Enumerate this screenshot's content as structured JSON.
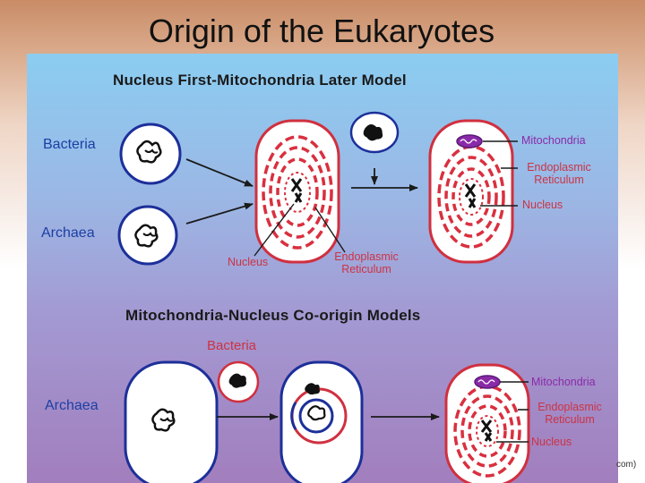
{
  "slide": {
    "title": "Origin of the Eukaryotes",
    "credit": "com)"
  },
  "top_model": {
    "heading": "Nucleus First-Mitochondria Later Model",
    "bacteria_label": "Bacteria",
    "archaea_label": "Archaea",
    "nucleus_label": "Nucleus",
    "er_label_line1": "Endoplasmic",
    "er_label_line2": "Reticulum",
    "result_mito_label": "Mitochondria",
    "result_er_line1": "Endoplasmic",
    "result_er_line2": "Reticulum",
    "result_nucleus_label": "Nucleus"
  },
  "bottom_model": {
    "heading": "Mitochondria-Nucleus Co-origin Models",
    "bacteria_label": "Bacteria",
    "archaea_label": "Archaea",
    "result_mito_label": "Mitochondria",
    "result_er_line1": "Endoplasmic",
    "result_er_line2": "Reticulum",
    "result_nucleus_label": "Nucleus"
  },
  "colors": {
    "cell_outline_blue": "#1c2f9a",
    "cell_outline_red": "#d0303f",
    "er_red": "#d9303f",
    "mito_purple": "#8a2aa8",
    "label_blue": "#1b3fa4",
    "label_red": "#cc3344"
  }
}
